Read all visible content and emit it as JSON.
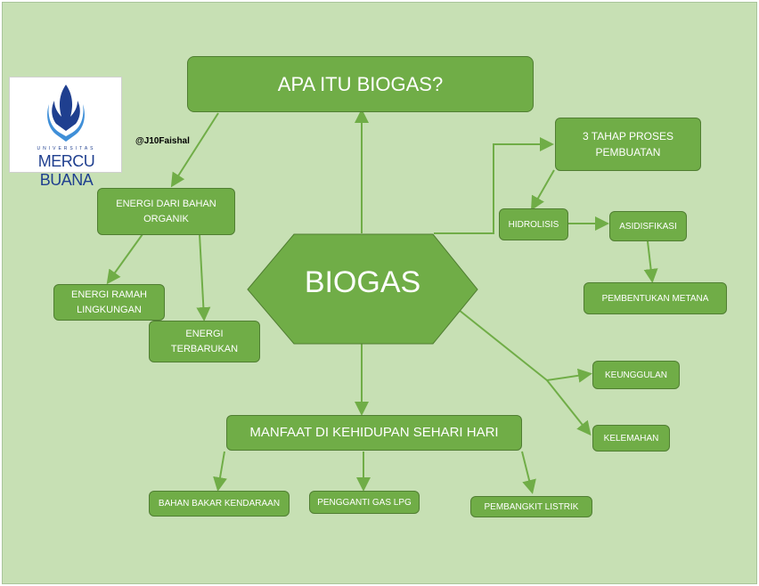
{
  "colors": {
    "background": "#c7e0b4",
    "node_fill": "#70ad47",
    "node_border": "#507e32",
    "logo_blue": "#1f3f8f"
  },
  "logo": {
    "university_small": "UNIVERSITAS",
    "name": "MERCU BUANA",
    "icon": "mercu-buana-emblem-icon"
  },
  "handle": "@J10Faishal",
  "center": "BIOGAS",
  "nodes": {
    "apa_itu": "APA ITU BIOGAS?",
    "energi_organik": "ENERGI DARI BAHAN ORGANIK",
    "energi_ramah": "ENERGI RAMAH LINGKUNGAN",
    "energi_terbarukan": "ENERGI TERBARUKAN",
    "tahap": "3 TAHAP PROSES PEMBUATAN",
    "hidrolisis": "HIDROLISIS",
    "asidisfikasi": "ASIDISFIKASI",
    "metana": "PEMBENTUKAN METANA",
    "keunggulan": "KEUNGGULAN",
    "kelemahan": "KELEMAHAN",
    "manfaat": "MANFAAT DI KEHIDUPAN SEHARI HARI",
    "bahan_bakar": "BAHAN BAKAR KENDARAAN",
    "pengganti_lpg": "PENGGANTI GAS LPG",
    "pembangkit": "PEMBANGKIT LISTRIK"
  }
}
